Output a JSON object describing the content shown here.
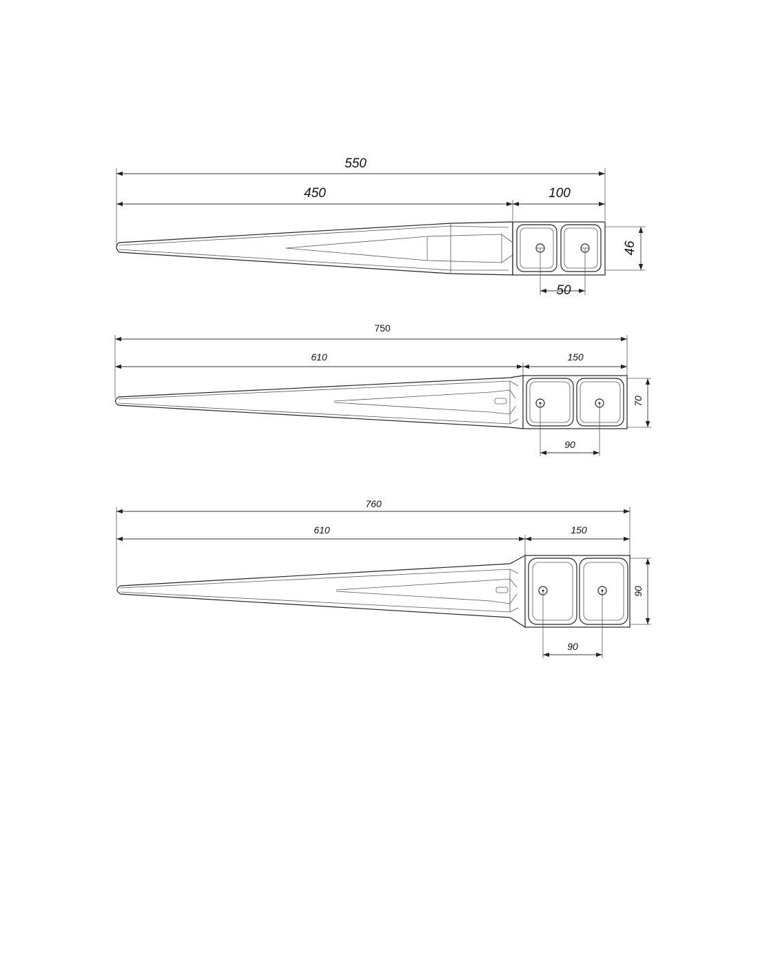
{
  "drawings": [
    {
      "overall_length": "550",
      "spike_length": "450",
      "head_length": "100",
      "head_width": "46",
      "hole_spacing": "50"
    },
    {
      "overall_length": "750",
      "spike_length": "610",
      "head_length": "150",
      "head_width": "70",
      "hole_spacing": "90"
    },
    {
      "overall_length": "760",
      "spike_length": "610",
      "head_length": "150",
      "head_width": "90",
      "hole_spacing": "90"
    }
  ]
}
